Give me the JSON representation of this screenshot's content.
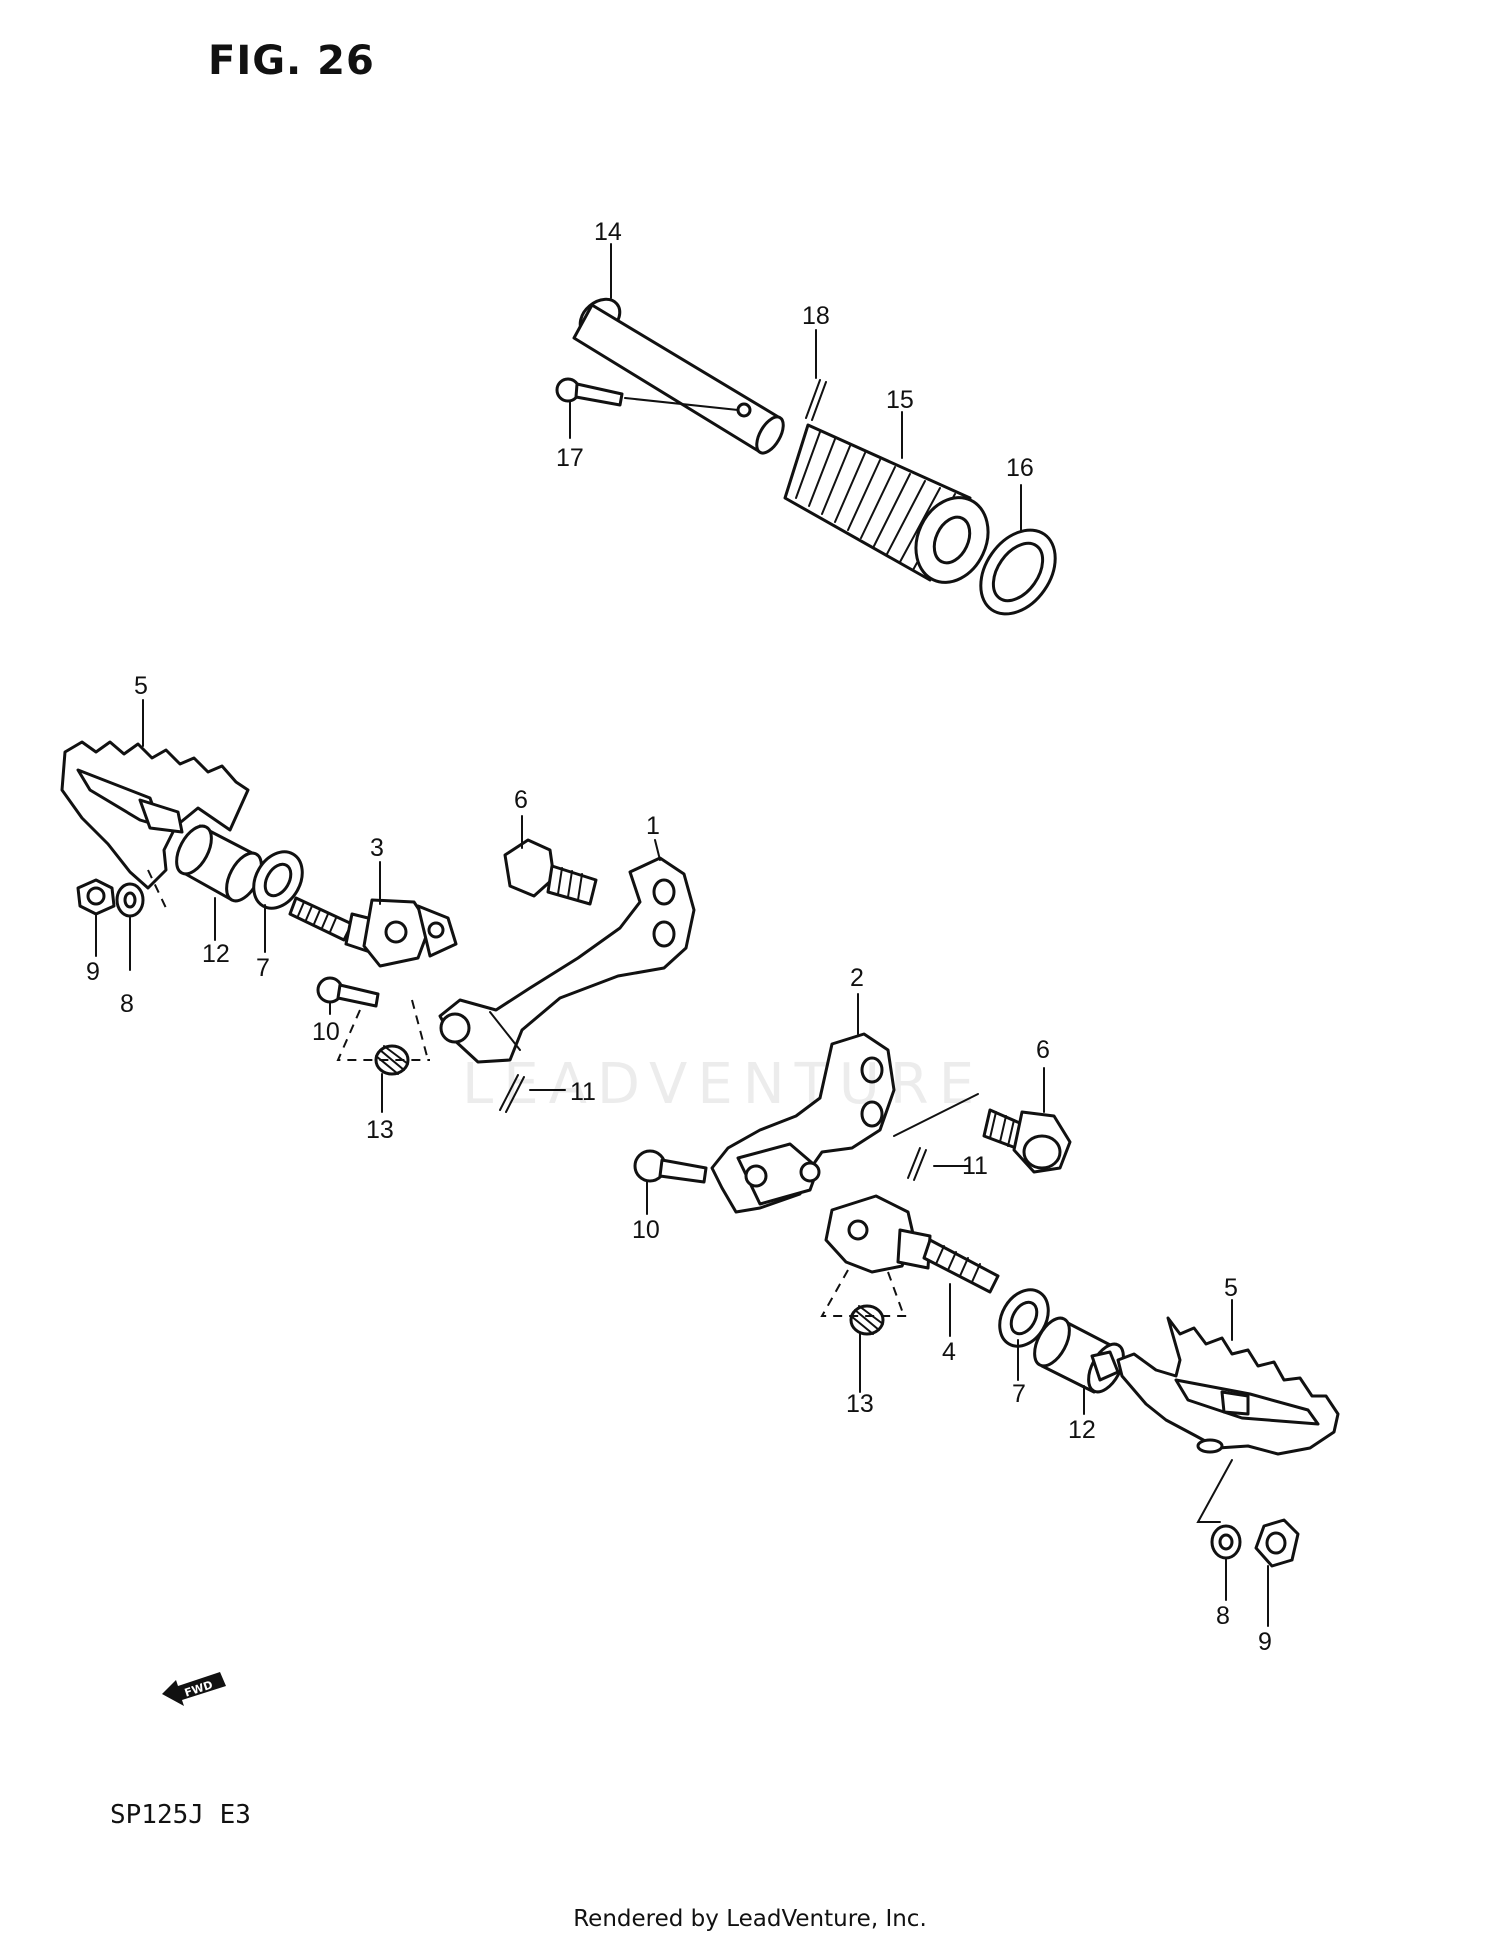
{
  "figure": {
    "title": "FIG. 26"
  },
  "model_code": "SP125J E3",
  "footer": "Rendered by LeadVenture, Inc.",
  "watermark": "LEADVENTURE",
  "fwd_label": "FWD",
  "callouts": [
    {
      "id": "c-14a",
      "label": "14"
    },
    {
      "id": "c-18a",
      "label": "18"
    },
    {
      "id": "c-15a",
      "label": "15"
    },
    {
      "id": "c-16a",
      "label": "16"
    },
    {
      "id": "c-17a",
      "label": "17"
    },
    {
      "id": "c-5a",
      "label": "5"
    },
    {
      "id": "c-6a",
      "label": "6"
    },
    {
      "id": "c-1a",
      "label": "1"
    },
    {
      "id": "c-3a",
      "label": "3"
    },
    {
      "id": "c-12a",
      "label": "12"
    },
    {
      "id": "c-7a",
      "label": "7"
    },
    {
      "id": "c-9a",
      "label": "9"
    },
    {
      "id": "c-8a",
      "label": "8"
    },
    {
      "id": "c-10a",
      "label": "10"
    },
    {
      "id": "c-13a",
      "label": "13"
    },
    {
      "id": "c-11a",
      "label": "11"
    },
    {
      "id": "c-2a",
      "label": "2"
    },
    {
      "id": "c-6b",
      "label": "6"
    },
    {
      "id": "c-11b",
      "label": "11"
    },
    {
      "id": "c-10b",
      "label": "10"
    },
    {
      "id": "c-4a",
      "label": "4"
    },
    {
      "id": "c-13b",
      "label": "13"
    },
    {
      "id": "c-7b",
      "label": "7"
    },
    {
      "id": "c-12b",
      "label": "12"
    },
    {
      "id": "c-5b",
      "label": "5"
    },
    {
      "id": "c-8b",
      "label": "8"
    },
    {
      "id": "c-9b",
      "label": "9"
    }
  ]
}
